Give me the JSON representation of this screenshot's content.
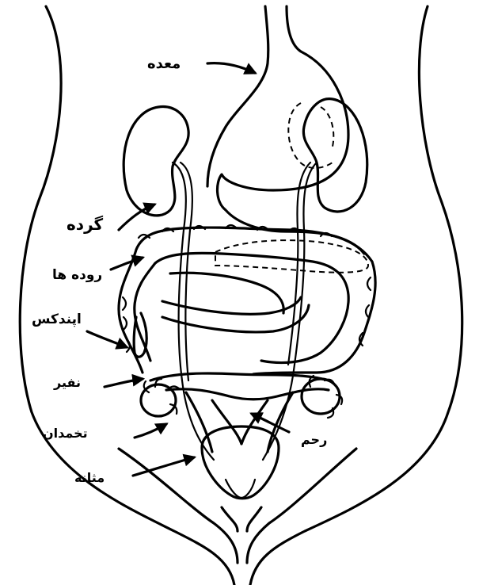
{
  "labels": {
    "stomach": "معده",
    "kidney": "گرده",
    "intestines": "روده ها",
    "appendix": "اپندکس",
    "tube": "نفیر",
    "ovary": "تخمدان",
    "uterus": "رحم",
    "bladder": "مثانه"
  }
}
